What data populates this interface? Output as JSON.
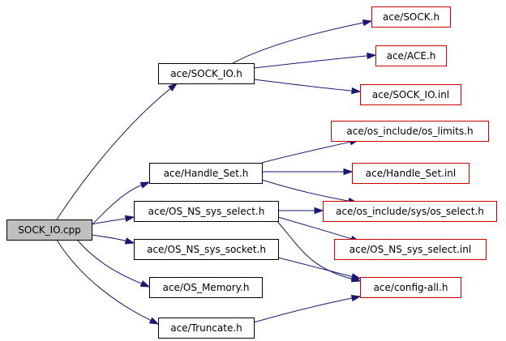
{
  "colors": {
    "edge": "#191970",
    "root_fill": "#bfbfbf",
    "root_border": "#000000",
    "internal_border": "#000000",
    "leaf_border": "#cc0000",
    "node_fill": "#ffffff"
  },
  "nodes": [
    {
      "id": "sock_io_cpp",
      "label": "SOCK_IO.cpp",
      "kind": "root"
    },
    {
      "id": "sock_io_h",
      "label": "ace/SOCK_IO.h",
      "kind": "internal"
    },
    {
      "id": "handle_set_h",
      "label": "ace/Handle_Set.h",
      "kind": "internal"
    },
    {
      "id": "os_ns_sys_select_h",
      "label": "ace/OS_NS_sys_select.h",
      "kind": "internal"
    },
    {
      "id": "os_ns_sys_socket_h",
      "label": "ace/OS_NS_sys_socket.h",
      "kind": "internal"
    },
    {
      "id": "os_memory_h",
      "label": "ace/OS_Memory.h",
      "kind": "internal"
    },
    {
      "id": "truncate_h",
      "label": "ace/Truncate.h",
      "kind": "internal"
    },
    {
      "id": "sock_h",
      "label": "ace/SOCK.h",
      "kind": "leaf"
    },
    {
      "id": "ace_h",
      "label": "ace/ACE.h",
      "kind": "leaf"
    },
    {
      "id": "sock_io_inl",
      "label": "ace/SOCK_IO.inl",
      "kind": "leaf"
    },
    {
      "id": "os_limits_h",
      "label": "ace/os_include/os_limits.h",
      "kind": "leaf"
    },
    {
      "id": "handle_set_inl",
      "label": "ace/Handle_Set.inl",
      "kind": "leaf"
    },
    {
      "id": "os_select_h",
      "label": "ace/os_include/sys/os_select.h",
      "kind": "leaf"
    },
    {
      "id": "os_ns_sys_select_inl",
      "label": "ace/OS_NS_sys_select.inl",
      "kind": "leaf"
    },
    {
      "id": "config_all_h",
      "label": "ace/config-all.h",
      "kind": "leaf"
    }
  ],
  "edges": [
    {
      "from": "sock_io_cpp",
      "to": "sock_io_h"
    },
    {
      "from": "sock_io_cpp",
      "to": "handle_set_h"
    },
    {
      "from": "sock_io_cpp",
      "to": "os_ns_sys_select_h"
    },
    {
      "from": "sock_io_cpp",
      "to": "os_ns_sys_socket_h"
    },
    {
      "from": "sock_io_cpp",
      "to": "os_memory_h"
    },
    {
      "from": "sock_io_cpp",
      "to": "truncate_h"
    },
    {
      "from": "sock_io_h",
      "to": "sock_h"
    },
    {
      "from": "sock_io_h",
      "to": "ace_h"
    },
    {
      "from": "sock_io_h",
      "to": "sock_io_inl"
    },
    {
      "from": "handle_set_h",
      "to": "os_limits_h"
    },
    {
      "from": "handle_set_h",
      "to": "handle_set_inl"
    },
    {
      "from": "handle_set_h",
      "to": "os_select_h"
    },
    {
      "from": "os_ns_sys_select_h",
      "to": "os_select_h"
    },
    {
      "from": "os_ns_sys_select_h",
      "to": "os_ns_sys_select_inl"
    },
    {
      "from": "os_ns_sys_select_h",
      "to": "config_all_h"
    },
    {
      "from": "os_ns_sys_socket_h",
      "to": "config_all_h"
    },
    {
      "from": "truncate_h",
      "to": "config_all_h"
    }
  ]
}
